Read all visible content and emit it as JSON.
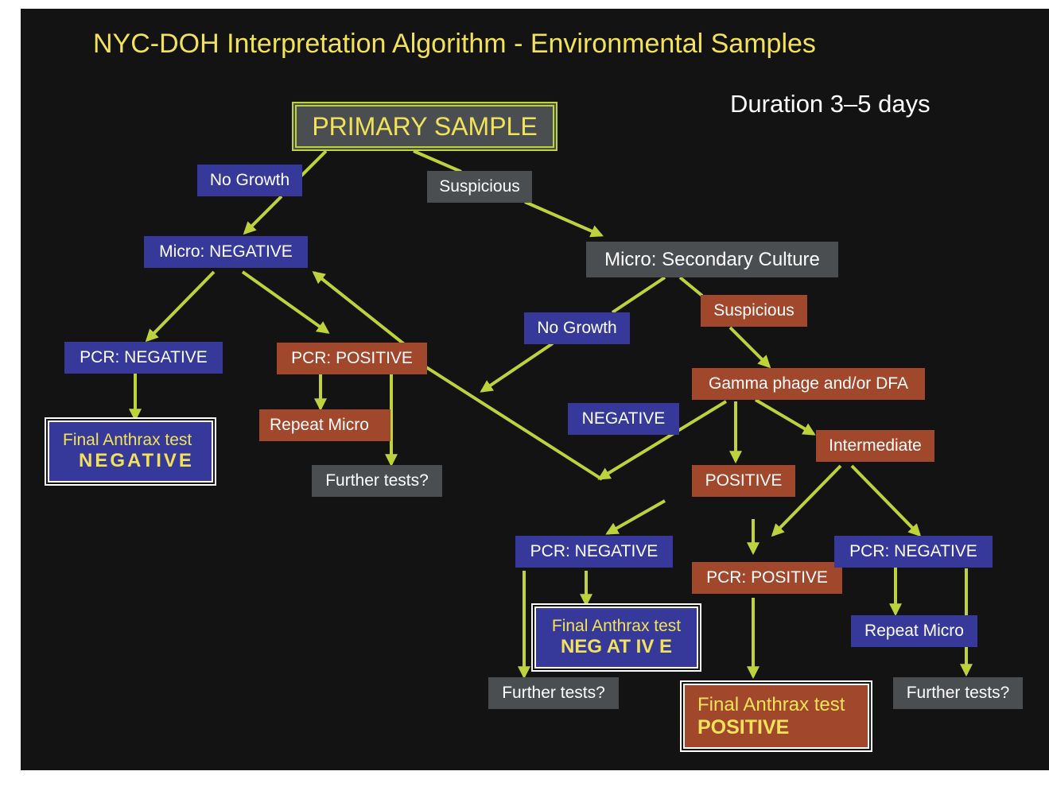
{
  "slide": {
    "title": "NYC-DOH Interpretation Algorithm - Environmental Samples",
    "duration": "Duration 3–5 days",
    "colors": {
      "background": "#131313",
      "title": "#f2e25a",
      "arrow": "#bdd23b",
      "negative_box": "#36399a",
      "positive_box": "#a1472c",
      "neutral_box": "#4b4e51"
    }
  },
  "nodes": {
    "primary_sample": "PRIMARY SAMPLE",
    "no_growth_1": "No Growth",
    "suspicious_1": "Suspicious",
    "micro_negative": "Micro: NEGATIVE",
    "micro_secondary": "Micro: Secondary Culture",
    "pcr_negative_1": "PCR: NEGATIVE",
    "pcr_positive_1": "PCR: POSITIVE",
    "repeat_micro_1": "Repeat Micro",
    "further_tests_1": "Further tests?",
    "final_negative_1": {
      "line1": "Final Anthrax test",
      "line2": "NEGATIVE"
    },
    "no_growth_2": "No Growth",
    "suspicious_2": "Suspicious",
    "gamma_phage": "Gamma phage and/or DFA",
    "negative_label": "NEGATIVE",
    "positive_label": "POSITIVE",
    "intermediate": "Intermediate",
    "pcr_negative_2": "PCR: NEGATIVE",
    "pcr_positive_2": "PCR: POSITIVE",
    "pcr_negative_3": "PCR: NEGATIVE",
    "final_negative_2": {
      "line1": "Final Anthrax test",
      "line2": "NEG AT IV E"
    },
    "repeat_micro_2": "Repeat Micro",
    "further_tests_2": "Further tests?",
    "final_positive": {
      "line1": "Final Anthrax test",
      "line2": "POSITIVE"
    },
    "further_tests_3": "Further tests?"
  }
}
